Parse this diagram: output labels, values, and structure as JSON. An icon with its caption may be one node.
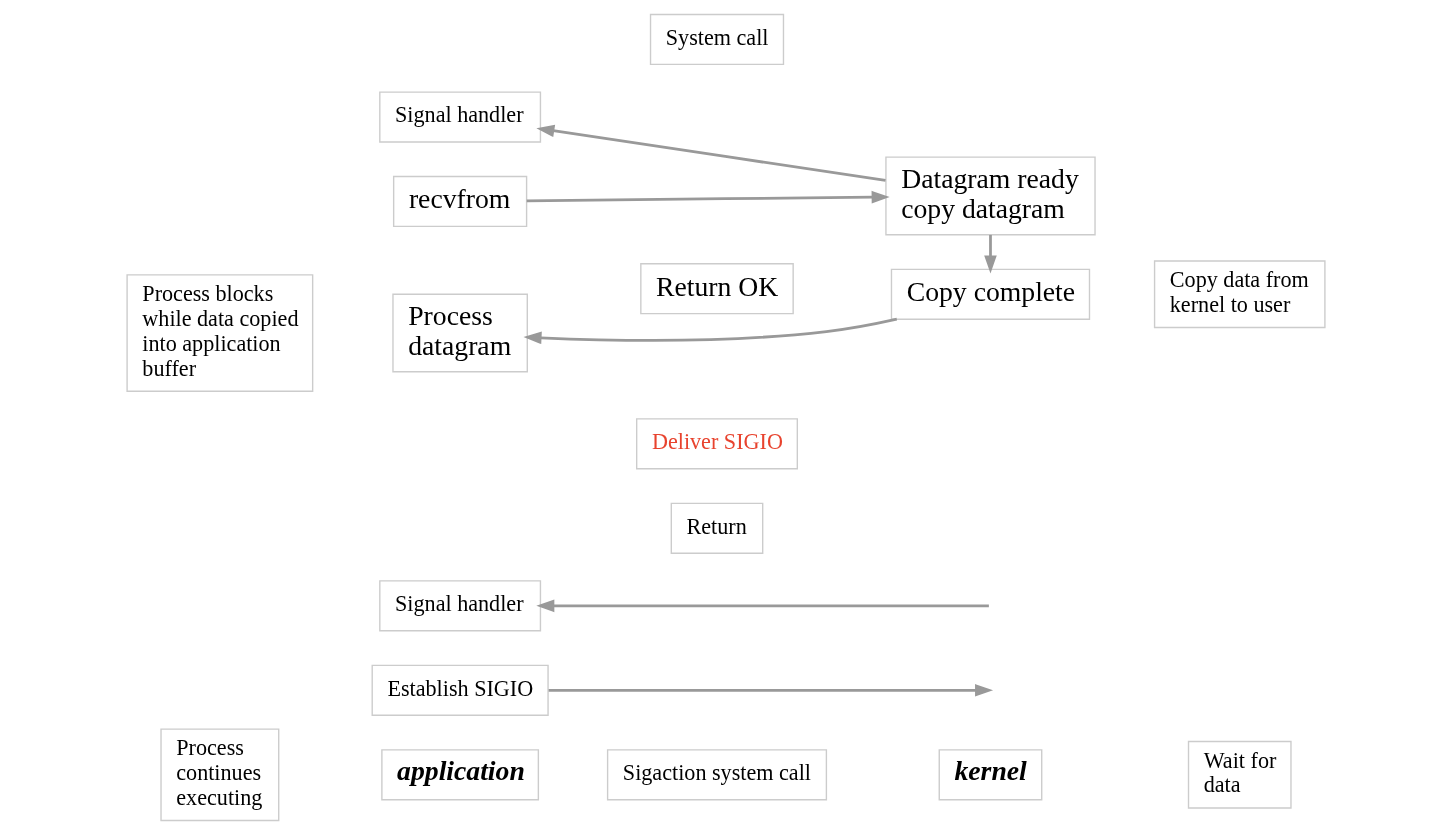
{
  "diagram": {
    "nodes": [
      {
        "text": [
          "application"
        ]
      },
      {
        "text": [
          "kernel"
        ]
      },
      {
        "text": [
          "Process continues executing"
        ]
      },
      {
        "text": [
          "Establish SIGIO"
        ]
      },
      {
        "text": [
          "Sigaction system call"
        ]
      },
      {
        "text": [
          "Signal handler"
        ]
      },
      {
        "text": [
          "Return"
        ]
      },
      {
        "text": [
          "Wait for data"
        ]
      },
      {
        "text": [
          "Deliver SIGIO"
        ]
      },
      {
        "text": [
          "Signal handler"
        ]
      },
      {
        "text": [
          "Datagram ready copy datagram"
        ]
      },
      {
        "text": [
          "System call"
        ]
      },
      {
        "text": [
          "recvfrom"
        ]
      },
      {
        "text": [
          "Copy data from kernel to user"
        ]
      },
      {
        "text": [
          "Process blocks while data copied into application buffer"
        ]
      },
      {
        "text": [
          "Return OK"
        ]
      },
      {
        "text": [
          "Copy complete"
        ]
      },
      {
        "text": [
          "Process datagram"
        ]
      }
    ],
    "edges": [
      {
        "from": 3,
        "to": null,
        "arrow": "to"
      },
      {
        "from": null,
        "to": 5,
        "arrow": "to"
      },
      {
        "from": 10,
        "to": 9,
        "arrow": "to"
      },
      {
        "from": 12,
        "to": 10,
        "arrow": "to"
      },
      {
        "from": 10,
        "to": 16,
        "arrow": "to"
      },
      {
        "from": 16,
        "to": 17,
        "arrow": "to"
      }
    ]
  }
}
